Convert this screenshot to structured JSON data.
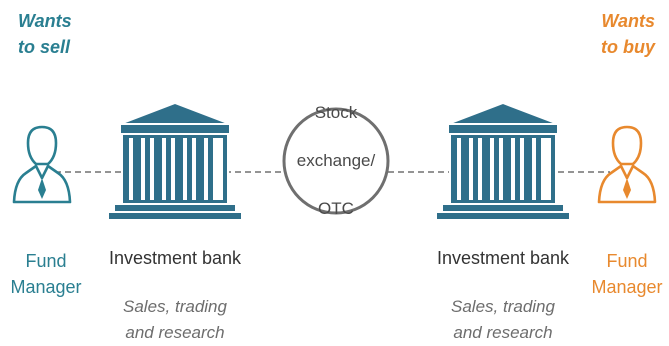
{
  "left": {
    "intent_line1": "Wants",
    "intent_line2": "to sell",
    "role_line1": "Fund",
    "role_line2": "Manager",
    "color": "#2a7f91"
  },
  "right": {
    "intent_line1": "Wants",
    "intent_line2": "to buy",
    "role_line1": "Fund",
    "role_line2": "Manager",
    "color": "#e8892e"
  },
  "banks": [
    {
      "label": "Investment bank",
      "desc_line1": "Sales, trading",
      "desc_line2": "and research"
    },
    {
      "label": "Investment bank",
      "desc_line1": "Sales, trading",
      "desc_line2": "and research"
    }
  ],
  "exchange": {
    "line1": "Stock",
    "line2": "exchange/",
    "line3": "OTC"
  },
  "icons": [
    "person-icon",
    "bank-building-icon",
    "exchange-circle"
  ]
}
